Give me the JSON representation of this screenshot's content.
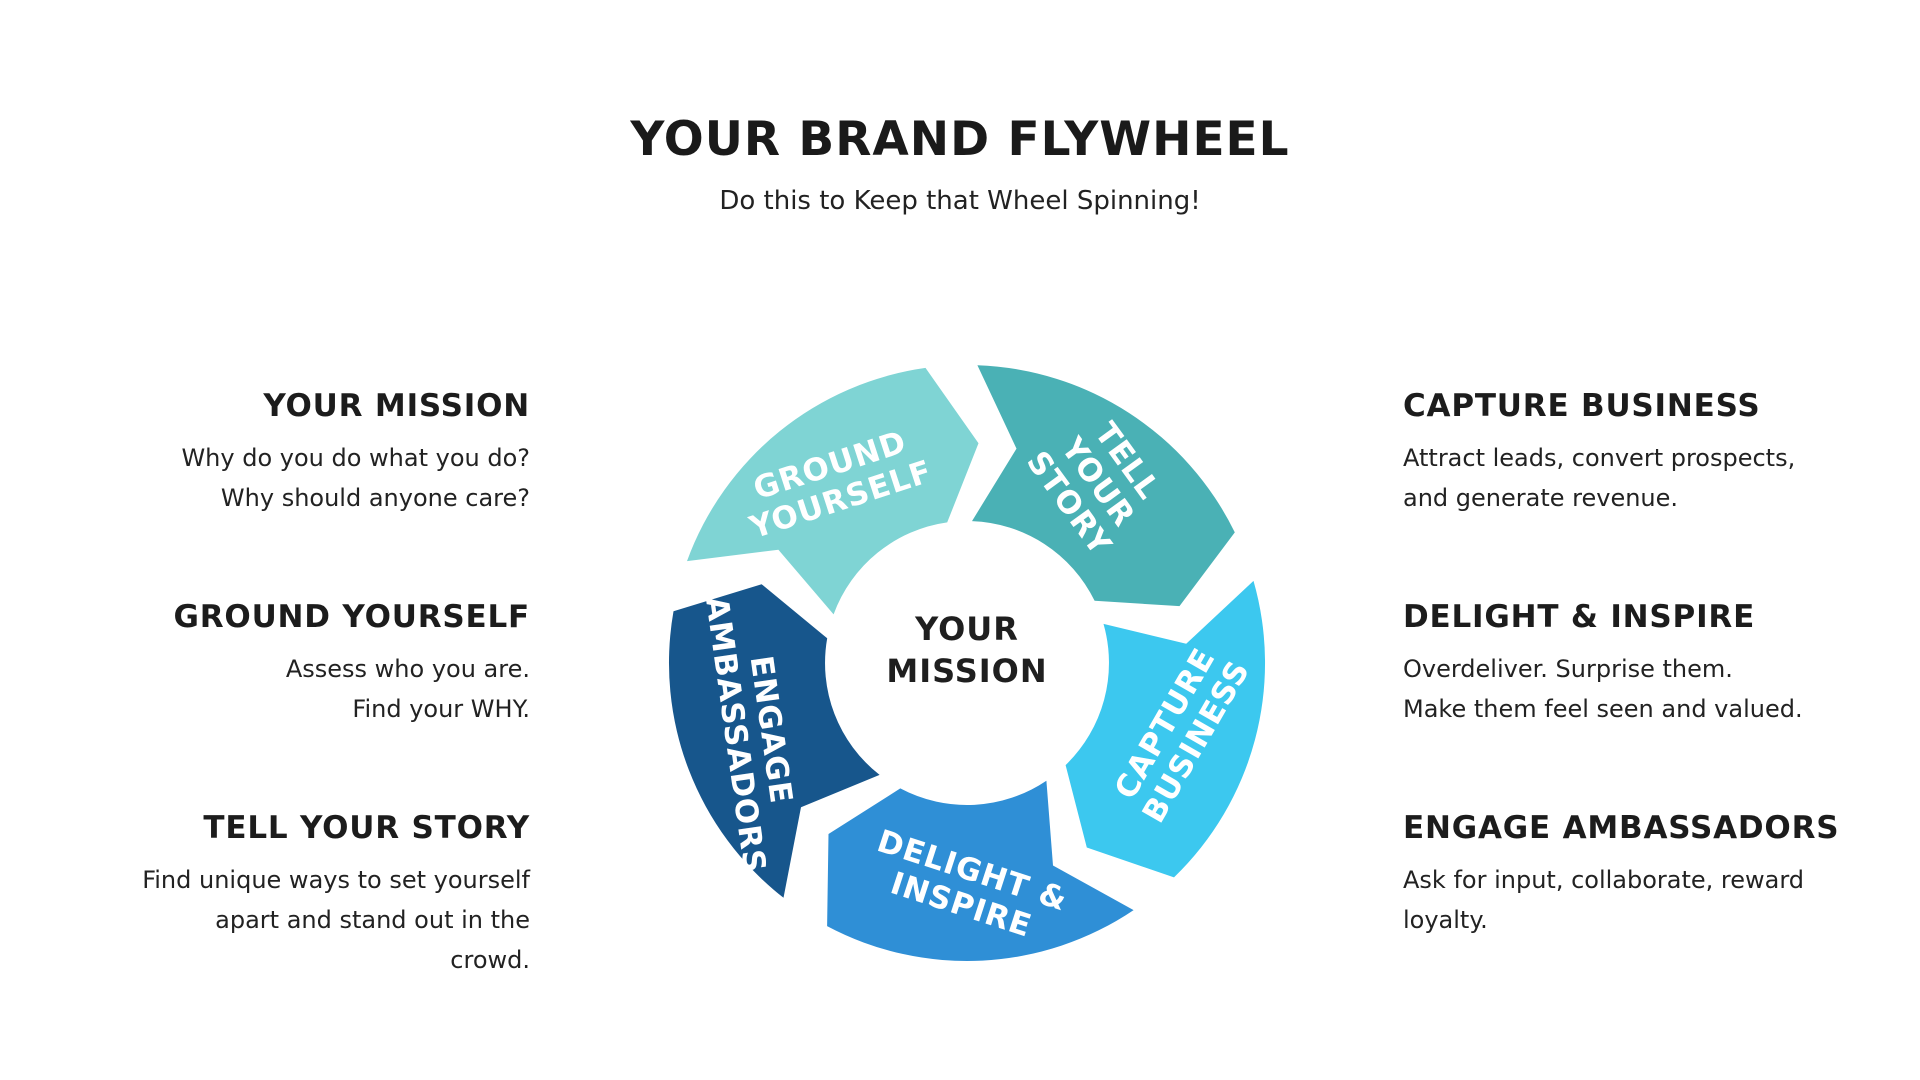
{
  "header": {
    "title": "YOUR BRAND FLYWHEEL",
    "subtitle": "Do this to Keep that Wheel Spinning!"
  },
  "left_blocks": [
    {
      "heading": "YOUR MISSION",
      "lines": [
        "Why do you do what you do?",
        "Why should anyone care?"
      ]
    },
    {
      "heading": "GROUND YOURSELF",
      "lines": [
        "Assess who you are.",
        "Find your WHY."
      ]
    },
    {
      "heading": "TELL YOUR STORY",
      "lines": [
        "Find unique ways to set yourself",
        "apart and stand out in the",
        "crowd."
      ]
    }
  ],
  "right_blocks": [
    {
      "heading": "CAPTURE BUSINESS",
      "lines": [
        "Attract leads, convert prospects,",
        "and generate revenue."
      ]
    },
    {
      "heading": "DELIGHT & INSPIRE",
      "lines": [
        "Overdeliver. Surprise them.",
        "Make them feel seen and valued."
      ]
    },
    {
      "heading": "ENGAGE AMBASSADORS",
      "lines": [
        "Ask for input, collaborate, reward",
        "loyalty."
      ]
    }
  ],
  "wheel": {
    "center_lines": [
      "YOUR",
      "MISSION"
    ],
    "segments": [
      {
        "lines": [
          "GROUND",
          "YOURSELF"
        ],
        "color": "#7fd4d4"
      },
      {
        "lines": [
          "TELL",
          "YOUR",
          "STORY"
        ],
        "color": "#4ab1b5"
      },
      {
        "lines": [
          "CAPTURE",
          "BUSINESS"
        ],
        "color": "#3cc8ef"
      },
      {
        "lines": [
          "DELIGHT &",
          "INSPIRE"
        ],
        "color": "#2f8fd6"
      },
      {
        "lines": [
          "ENGAGE",
          "AMBASSADORS"
        ],
        "color": "#17568c"
      }
    ]
  }
}
